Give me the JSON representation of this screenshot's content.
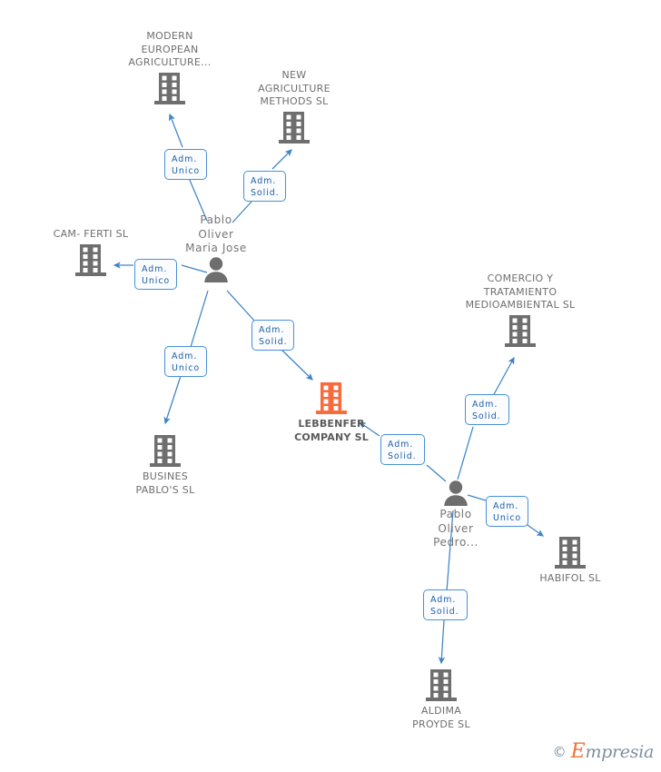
{
  "diagram": {
    "type": "corporate-relationship-graph",
    "focus_company": "LEBBENFER COMPANY SL",
    "companies": [
      {
        "id": "modern",
        "label": "MODERN\nEUROPEAN\nAGRICULTURE...",
        "label_lines": [
          "MODERN",
          "EUROPEAN",
          "AGRICULTURE..."
        ],
        "highlight": false
      },
      {
        "id": "newagri",
        "label": "NEW\nAGRICULTURE\nMETHODS  SL",
        "label_lines": [
          "NEW",
          "AGRICULTURE",
          "METHODS  SL"
        ],
        "highlight": false
      },
      {
        "id": "camferti",
        "label": "CAM- FERTI SL",
        "label_lines": [
          "CAM- FERTI SL"
        ],
        "highlight": false
      },
      {
        "id": "busines",
        "label": "BUSINES\nPABLO'S  SL",
        "label_lines": [
          "BUSINES",
          "PABLO'S  SL"
        ],
        "highlight": false
      },
      {
        "id": "lebbenfer",
        "label": "LEBBENFER\nCOMPANY  SL",
        "label_lines": [
          "LEBBENFER",
          "COMPANY  SL"
        ],
        "highlight": true
      },
      {
        "id": "comercio",
        "label": "COMERCIO Y\nTRATAMIENTO\nMEDIOAMBIENTAL SL",
        "label_lines": [
          "COMERCIO Y",
          "TRATAMIENTO",
          "MEDIOAMBIENTAL SL"
        ],
        "highlight": false
      },
      {
        "id": "habifol",
        "label": "HABIFOL  SL",
        "label_lines": [
          "HABIFOL  SL"
        ],
        "highlight": false
      },
      {
        "id": "aldima",
        "label": "ALDIMA\nPROYDE  SL",
        "label_lines": [
          "ALDIMA",
          "PROYDE  SL"
        ],
        "highlight": false
      }
    ],
    "people": [
      {
        "id": "p1",
        "label_lines": [
          "Pablo",
          "Oliver",
          "Maria Jose"
        ]
      },
      {
        "id": "p2",
        "label_lines": [
          "Pablo",
          "Oliver",
          "Pedro..."
        ]
      }
    ],
    "relations": [
      {
        "id": "r1",
        "from": "p1",
        "to": "modern",
        "line1": "Adm.",
        "line2": "Unico"
      },
      {
        "id": "r2",
        "from": "p1",
        "to": "newagri",
        "line1": "Adm.",
        "line2": "Solid."
      },
      {
        "id": "r3",
        "from": "p1",
        "to": "camferti",
        "line1": "Adm.",
        "line2": "Unico"
      },
      {
        "id": "r4",
        "from": "p1",
        "to": "busines",
        "line1": "Adm.",
        "line2": "Unico"
      },
      {
        "id": "r5",
        "from": "p1",
        "to": "lebbenfer",
        "line1": "Adm.",
        "line2": "Solid."
      },
      {
        "id": "r6",
        "from": "p2",
        "to": "lebbenfer",
        "line1": "Adm.",
        "line2": "Solid."
      },
      {
        "id": "r7",
        "from": "p2",
        "to": "comercio",
        "line1": "Adm.",
        "line2": "Solid."
      },
      {
        "id": "r8",
        "from": "p2",
        "to": "habifol",
        "line1": "Adm.",
        "line2": "Unico"
      },
      {
        "id": "r9",
        "from": "p2",
        "to": "aldima",
        "line1": "Adm.",
        "line2": "Solid."
      }
    ],
    "colors": {
      "company_icon": "#6e6e6e",
      "highlight_icon": "#f96a3c",
      "person_icon": "#6e6e6e",
      "edge": "#3d84c6",
      "tag_border": "#4a90d9",
      "tag_text": "#1f5fa8",
      "label_text": "#6e6e6e",
      "background": "#ffffff"
    }
  },
  "watermark": {
    "copyright": "©",
    "brand_cap": "E",
    "brand_rest": "mpresia"
  }
}
